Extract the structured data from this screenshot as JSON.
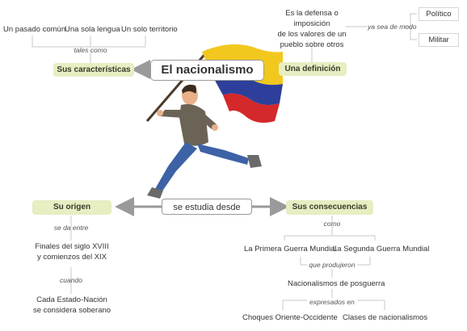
{
  "center": {
    "title": "El nacionalismo",
    "study": "se estudia desde"
  },
  "characteristics": {
    "label": "Sus características",
    "connector": "tales como",
    "items": [
      "Un pasado común",
      "Una sola lengua",
      "Un solo territorio"
    ]
  },
  "definition": {
    "label": "Una definición",
    "text_lines": [
      "Es la defensa o imposición",
      "de los valores de un",
      "pueblo sobre otros"
    ],
    "connector": "ya sea de modo",
    "options": [
      "Político",
      "Militar"
    ]
  },
  "origin": {
    "label": "Su origen",
    "connector1": "se da entre",
    "period_lines": [
      "Finales del siglo XVIII",
      "y comienzos del XIX"
    ],
    "connector2": "cuando",
    "event_lines": [
      "Cada Estado-Nación",
      "se considera soberano"
    ]
  },
  "consequences": {
    "label": "Sus consecuencias",
    "connector1": "como",
    "wars": [
      "La Primera Guerra Mundial",
      "La Segunda Guerra Mundial"
    ],
    "connector2": "que produjeron",
    "postwar": "Nacionalismos de posguerra",
    "connector3": "expresados en",
    "expressions": [
      "Choques Oriente-Occidente",
      "Clases de nacionalismos"
    ]
  },
  "colors": {
    "green_box": "#e6eec2",
    "arrow": "#9a9a9a",
    "line": "#c8c8c8",
    "flag_yellow": "#f2c81e",
    "flag_blue": "#2d3f9a",
    "flag_red": "#d4282b"
  }
}
